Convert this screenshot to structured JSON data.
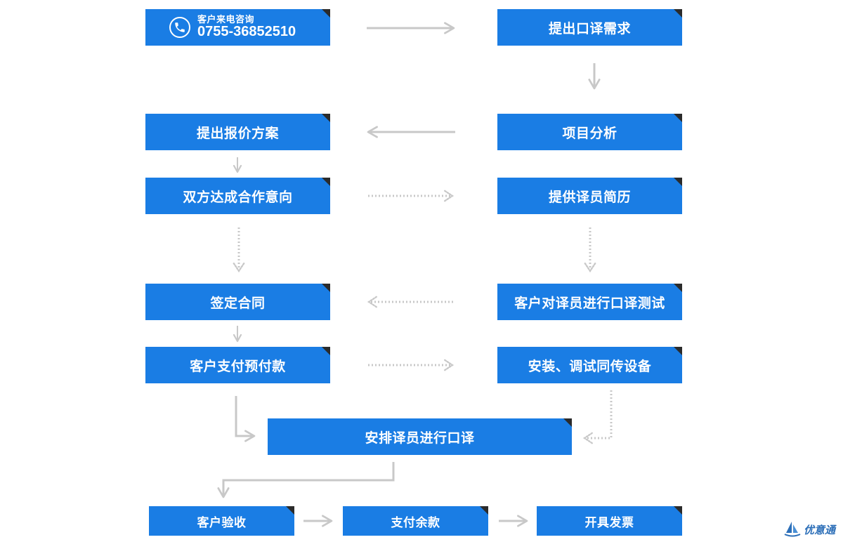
{
  "phone": {
    "label": "客户来电咨询",
    "number": "0755-36852510",
    "icon": "phone-icon"
  },
  "steps": {
    "request": "提出口译需求",
    "analysis": "项目分析",
    "quote": "提出报价方案",
    "intent": "双方达成合作意向",
    "resume": "提供译员简历",
    "test": "客户对译员进行口译测试",
    "contract": "签定合同",
    "prepay": "客户支付预付款",
    "equipment": "安装、调试同传设备",
    "arrange": "安排译员进行口译",
    "accept": "客户验收",
    "balance": "支付余款",
    "invoice": "开具发票"
  },
  "logo": {
    "text": "优意通",
    "icon": "sailboat-logo-icon"
  },
  "colors": {
    "box": "#1a7de4",
    "corner": "#2b2b2b",
    "arrow": "#c8c8c8"
  }
}
